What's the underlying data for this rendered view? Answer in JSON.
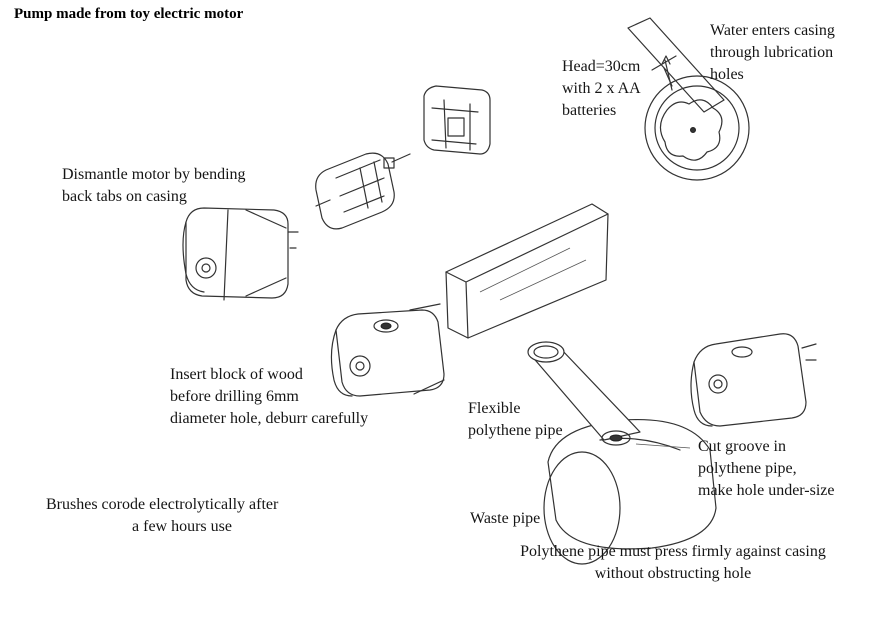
{
  "title": "Pump made from toy electric motor",
  "labels": {
    "water_enters": [
      "Water enters casing",
      "through lubrication",
      "holes"
    ],
    "head": [
      "Head=30cm",
      "with 2 x AA",
      "batteries"
    ],
    "dismantle": [
      "Dismantle motor by bending",
      "back tabs on casing"
    ],
    "insert_block": [
      "Insert block of wood",
      "before drilling 6mm",
      "diameter hole, deburr carefully"
    ],
    "flexible_pipe": [
      "Flexible",
      "polythene pipe"
    ],
    "cut_groove": [
      "Cut groove in",
      "polythene pipe,",
      "make hole under-size"
    ],
    "brushes": [
      "Brushes corode electrolytically after",
      "a few hours use"
    ],
    "waste_pipe": [
      "Waste pipe"
    ],
    "press_firmly": [
      "Polythene pipe must press firmly against casing",
      "without obstructing hole"
    ]
  }
}
